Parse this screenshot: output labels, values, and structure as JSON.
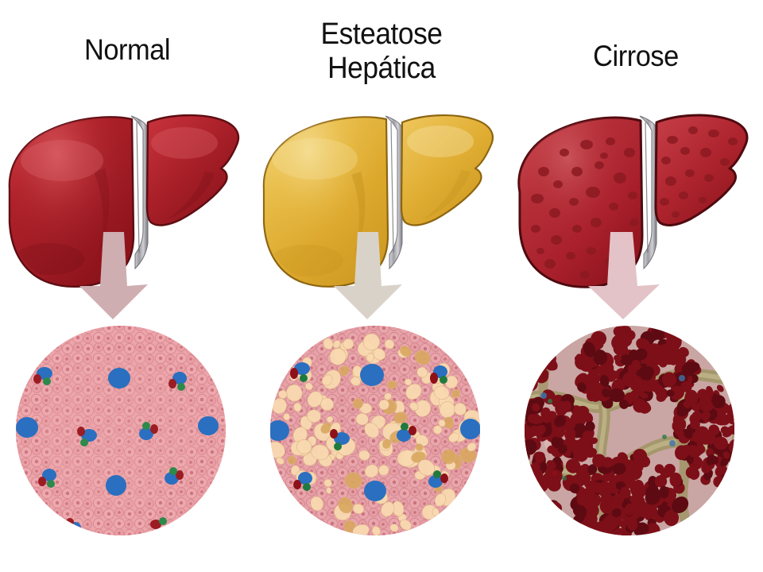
{
  "figure": {
    "kind": "medical-illustration",
    "subject": "liver-disease-progression",
    "language": "pt-BR",
    "background_color": "#ffffff",
    "title_color": "#111111"
  },
  "panels": [
    {
      "id": "normal",
      "title": "Normal",
      "organ_label": "normal-liver",
      "organ_colors": {
        "base": "#9e1b24",
        "light": "#c8313a",
        "highlight": "#d6545a",
        "shadow": "#7b1219",
        "outline": "#5d0d12",
        "ligament": "#b9b9bb",
        "ligament_shadow": "#7e7e82"
      },
      "arrow_label": "arrow-down-to-histology",
      "arrow_color": "#cfaeb2",
      "micro_label": "normal-liver-histology",
      "micro_colors": {
        "tissue": "#eaa0a6",
        "cell_fill": "#eca6ab",
        "cell_edge": "#d98a92",
        "nucleus": "#d07a83",
        "central_vein": "#2a6fc0",
        "portal_vein": "#2a6fc0",
        "hepatic_artery": "#9b1c22",
        "bile_duct": "#2c8a4a"
      },
      "micro_features": {
        "fat_droplets": 0,
        "fibrous_septa": false,
        "central_veins": 4,
        "portal_triads": 6
      }
    },
    {
      "id": "steatosis",
      "title": "Esteatose\nHepática",
      "organ_label": "fatty-liver",
      "organ_colors": {
        "base": "#dfa82a",
        "light": "#ecc252",
        "highlight": "#f0d071",
        "shadow": "#c28e1f",
        "outline": "#8d6410",
        "ligament": "#c2c2c4",
        "ligament_shadow": "#86868a"
      },
      "arrow_label": "arrow-down-to-histology",
      "arrow_color": "#d9d2c9",
      "micro_label": "steatosis-liver-histology",
      "micro_colors": {
        "tissue": "#e5a0a6",
        "cell_fill": "#e8a3a9",
        "cell_edge": "#d3868f",
        "nucleus": "#cb757f",
        "fat_droplet": "#f8d9b0",
        "fat_droplet_alt": "#d9a860",
        "central_vein": "#2a6fc0",
        "hepatic_artery": "#9b1c22",
        "bile_duct": "#2c8a4a"
      },
      "micro_features": {
        "fat_droplets": 150,
        "fibrous_septa": false,
        "central_veins": 4,
        "portal_triads": 6
      }
    },
    {
      "id": "cirrhosis",
      "title": "Cirrose",
      "organ_label": "cirrhotic-liver",
      "organ_colors": {
        "base": "#a9202c",
        "light": "#c23c45",
        "highlight": "#cf5a60",
        "shadow": "#7d1018",
        "outline": "#4e0a0f",
        "nodule": "#8c1a22",
        "ligament": "#bcbcbe",
        "ligament_shadow": "#818185"
      },
      "arrow_label": "arrow-down-to-histology",
      "arrow_color": "#e3c3c8",
      "micro_label": "cirrhosis-liver-histology",
      "micro_colors": {
        "tissue": "#c9a6a3",
        "nodule_cell": "#7d0f18",
        "nodule_cell_dark": "#5e0a12",
        "septa": "#9c8f5e",
        "septa_light": "#bdb183",
        "septa_dark": "#6f6540"
      },
      "micro_features": {
        "fat_droplets": 0,
        "fibrous_septa": true,
        "regenerative_nodules": 6
      }
    }
  ]
}
